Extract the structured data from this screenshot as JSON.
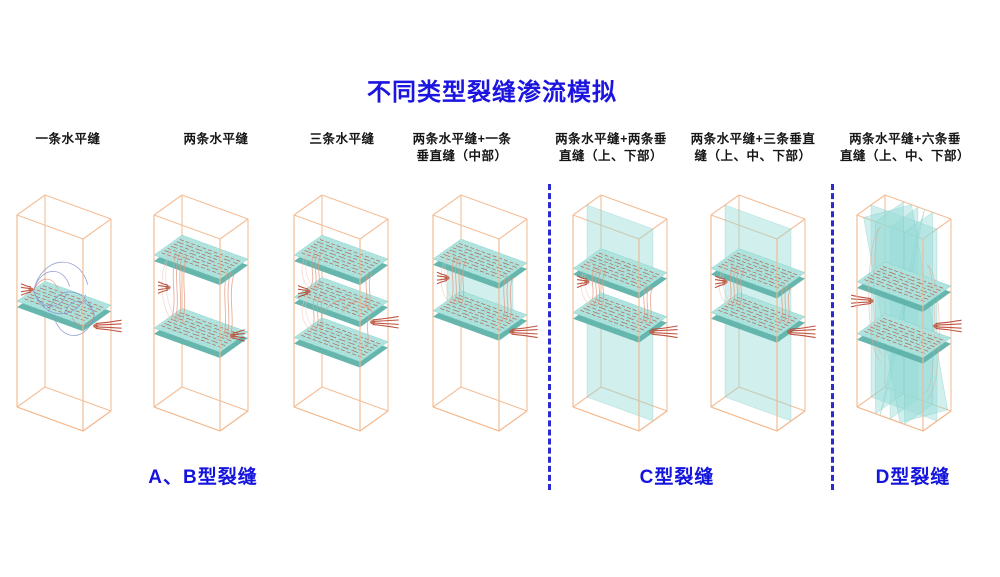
{
  "title": "不同类型裂缝渗流模拟",
  "colors": {
    "accent_blue": "#1b15df",
    "separator_blue": "#2a2ace",
    "wireframe_orange": "#f3bb92",
    "fracture_teal": "#a9e2dc",
    "fracture_edge_teal": "#5fb2aa",
    "flow_red": "#b8432e",
    "flow_blue": "#8793cd",
    "label_black": "#161616"
  },
  "figures": [
    {
      "label": "一条水平缝",
      "slabs": [
        0.52
      ],
      "planes": [],
      "flow": "blue",
      "left_tuft_f": 0.56,
      "right_tuft_f": 0.5,
      "left_out": false,
      "right_out": true
    },
    {
      "label": "两条水平缝",
      "slabs": [
        0.76,
        0.38
      ],
      "planes": [],
      "flow": "curtain",
      "left_tuft_f": 0.57,
      "right_tuft_f": 0.45,
      "left_out": false,
      "right_out": false
    },
    {
      "label": "三条水平缝",
      "slabs": [
        0.76,
        0.54,
        0.33
      ],
      "planes": [],
      "flow": "multi",
      "left_tuft_f": 0.55,
      "right_tuft_f": 0.52,
      "left_out": false,
      "right_out": true
    },
    {
      "label": "两条水平缝+一条\n垂直缝（中部）",
      "slabs": [
        0.74,
        0.47
      ],
      "planes": [
        {
          "v": [
            [
              0,
              0.5,
              0.74
            ],
            [
              1,
              0.5,
              0.74
            ],
            [
              1,
              0.5,
              0.47
            ],
            [
              0,
              0.5,
              0.47
            ]
          ]
        }
      ],
      "flow": "curtain",
      "left_tuft_f": 0.62,
      "right_tuft_f": 0.47,
      "left_out": false,
      "right_out": true
    },
    {
      "label": "两条水平缝+两条垂\n直缝（上、下部）",
      "slabs": [
        0.69,
        0.46
      ],
      "planes": [
        {
          "v": [
            [
              0,
              0.5,
              1
            ],
            [
              1,
              0.5,
              1
            ],
            [
              1,
              0.5,
              0.69
            ],
            [
              0,
              0.5,
              0.69
            ]
          ]
        },
        {
          "v": [
            [
              0,
              0.5,
              0.46
            ],
            [
              1,
              0.5,
              0.46
            ],
            [
              1,
              0.5,
              0
            ],
            [
              0,
              0.5,
              0
            ]
          ]
        }
      ],
      "flow": "curtain",
      "left_tuft_f": 0.6,
      "right_tuft_f": 0.47,
      "left_out": false,
      "right_out": true
    },
    {
      "label": "两条水平缝+三条垂直\n缝（上、中、下部）",
      "slabs": [
        0.69,
        0.46
      ],
      "planes": [
        {
          "v": [
            [
              0,
              0.5,
              1
            ],
            [
              1,
              0.5,
              1
            ],
            [
              1,
              0.5,
              0.69
            ],
            [
              0,
              0.5,
              0.69
            ]
          ]
        },
        {
          "v": [
            [
              0,
              0.5,
              0.69
            ],
            [
              1,
              0.5,
              0.69
            ],
            [
              1,
              0.5,
              0.46
            ],
            [
              0,
              0.5,
              0.46
            ]
          ]
        },
        {
          "v": [
            [
              0,
              0.5,
              0.46
            ],
            [
              1,
              0.5,
              0.46
            ],
            [
              1,
              0.5,
              0
            ],
            [
              0,
              0.5,
              0
            ]
          ]
        }
      ],
      "flow": "curtain",
      "left_tuft_f": 0.6,
      "right_tuft_f": 0.47,
      "left_out": false,
      "right_out": true
    },
    {
      "label": "两条水平缝+六条垂\n直缝（上、中、下部）",
      "slabs": [
        0.62,
        0.35
      ],
      "planes": [
        {
          "v": [
            [
              0.5,
              0,
              1
            ],
            [
              0.5,
              1,
              1
            ],
            [
              0.5,
              1,
              0
            ],
            [
              0.5,
              0,
              0
            ]
          ]
        },
        {
          "v": [
            [
              0,
              0.5,
              1
            ],
            [
              1,
              0.5,
              1
            ],
            [
              1,
              0.5,
              0
            ],
            [
              0,
              0.5,
              0
            ]
          ]
        },
        {
          "v": [
            [
              0.1,
              0,
              1
            ],
            [
              0.4,
              1,
              1
            ],
            [
              0.95,
              1,
              0
            ],
            [
              0.65,
              0,
              0
            ]
          ]
        },
        {
          "v": [
            [
              0.9,
              0,
              1
            ],
            [
              0.6,
              1,
              1
            ],
            [
              0.05,
              1,
              0
            ],
            [
              0.35,
              0,
              0
            ]
          ]
        },
        {
          "v": [
            [
              0.28,
              0,
              1
            ],
            [
              0.28,
              1,
              1
            ],
            [
              0.28,
              1,
              0
            ],
            [
              0.28,
              0,
              0
            ]
          ]
        },
        {
          "v": [
            [
              0.72,
              0,
              1
            ],
            [
              0.72,
              1,
              1
            ],
            [
              0.72,
              1,
              0
            ],
            [
              0.72,
              0,
              0
            ]
          ]
        }
      ],
      "flow": "dense",
      "left_tuft_f": 0.5,
      "right_tuft_f": 0.5,
      "left_out": true,
      "right_out": true
    }
  ],
  "groups": [
    {
      "label": "A、B型裂缝"
    },
    {
      "label": "C型裂缝"
    },
    {
      "label": "D型裂缝"
    }
  ]
}
